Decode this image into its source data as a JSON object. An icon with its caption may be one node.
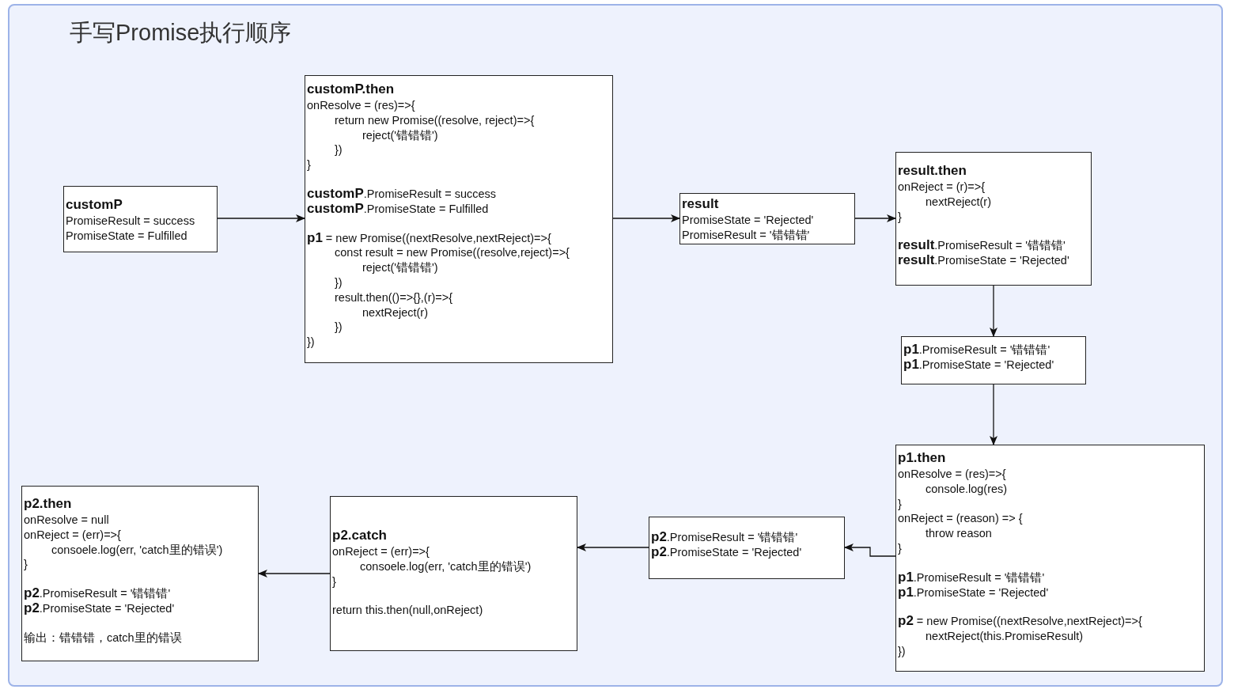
{
  "diagram": {
    "title": "手写Promise执行顺序",
    "nodes": [
      {
        "text": [
          "customP",
          "PromiseResult = success",
          "PromiseState = Fulfilled"
        ]
      },
      {
        "text": [
          "customP.then",
          "onResolve = (res)=>{",
          "return new Promise((resolve, reject)=>{",
          "reject('错错错')",
          "})",
          "}",
          "**customP**.PromiseResult = success",
          "**customP**.PromiseState = Fulfilled",
          "**p1** = new Promise((nextResolve,nextReject)=>{",
          "const result = new Promise((resolve,reject)=>{",
          "reject('错错错')",
          "})",
          "result.then(()=>{},(r)=>{",
          "nextReject(r)",
          "})",
          "})"
        ]
      },
      {
        "text": [
          "result",
          "PromiseState = 'Rejected'",
          "PromiseResult = '错错错'"
        ]
      },
      {
        "text": [
          "result.then",
          "onReject = (r)=>{",
          "nextReject(r)",
          "}",
          "**result**.PromiseResult = '错错错'",
          "**result**.PromiseState = 'Rejected'"
        ]
      },
      {
        "text": [
          "**p1**.PromiseResult = '错错错'",
          "**p1**.PromiseState = 'Rejected'"
        ]
      },
      {
        "text": [
          "p1.then",
          "onResolve = (res)=>{",
          "console.log(res)",
          "}",
          "onReject = (reason) => {",
          "throw reason",
          "}",
          "**p1**.PromiseResult = '错错错'",
          "**p1**.PromiseState = 'Rejected'",
          "**p2** = new Promise((nextResolve,nextReject)=>{",
          "nextReject(this.PromiseResult)",
          "})"
        ]
      },
      {
        "text": [
          "**p2**.PromiseResult = '错错错'",
          "**p2**.PromiseState = 'Rejected'"
        ]
      },
      {
        "text": [
          "p2.catch",
          "onReject = (err)=>{",
          "consoele.log(err, 'catch里的错误')",
          "}",
          "return this.then(null,onReject)"
        ]
      },
      {
        "text": [
          "p2.then",
          "onResolve = null",
          "onReject = (err)=>{",
          "consoele.log(err, 'catch里的错误')",
          "}",
          "**p2**.PromiseResult = '错错错'",
          "**p2**.PromiseState = 'Rejected'",
          "输出：错错错，catch里的错误"
        ]
      }
    ],
    "edges": [
      {
        "from": 0,
        "to": 1,
        "arrow": "to"
      },
      {
        "from": 1,
        "to": 2,
        "arrow": "to"
      },
      {
        "from": 2,
        "to": 3,
        "arrow": "to"
      },
      {
        "from": 3,
        "to": 4,
        "arrow": "to"
      },
      {
        "from": 4,
        "to": 5,
        "arrow": "to"
      },
      {
        "from": 5,
        "to": 6,
        "arrow": "to"
      },
      {
        "from": 6,
        "to": 7,
        "arrow": "to"
      },
      {
        "from": 7,
        "to": 8,
        "arrow": "to"
      }
    ]
  }
}
